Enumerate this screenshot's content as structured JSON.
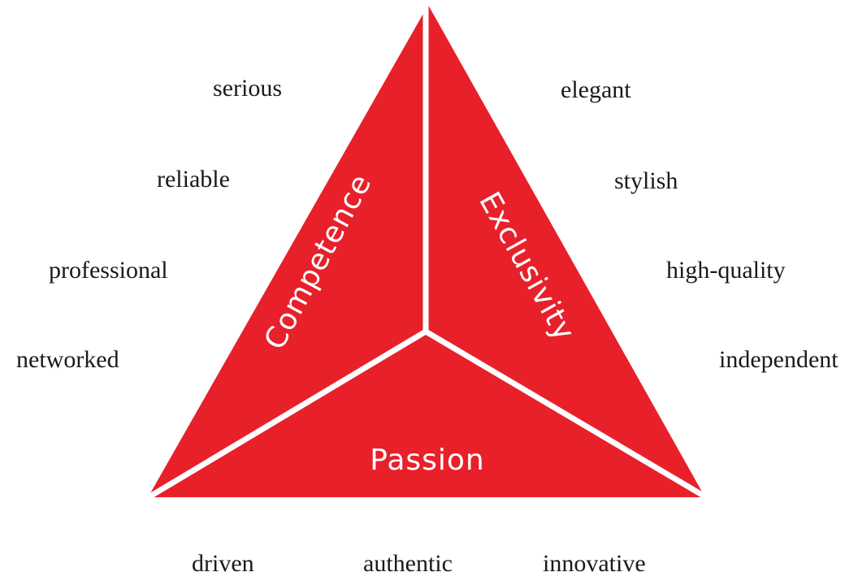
{
  "colors": {
    "triangle_fill": "#e8202a",
    "divider": "#ffffff",
    "text": "#1a1a1a",
    "segment_text": "#ffffff"
  },
  "segments": {
    "competence": "Competence",
    "exclusivity": "Exclusivity",
    "passion": "Passion"
  },
  "attributes": {
    "competence": [
      "serious",
      "reliable",
      "professional",
      "networked"
    ],
    "exclusivity": [
      "elegant",
      "stylish",
      "high-quality",
      "independent"
    ],
    "passion": [
      "driven",
      "authentic",
      "innovative"
    ]
  }
}
